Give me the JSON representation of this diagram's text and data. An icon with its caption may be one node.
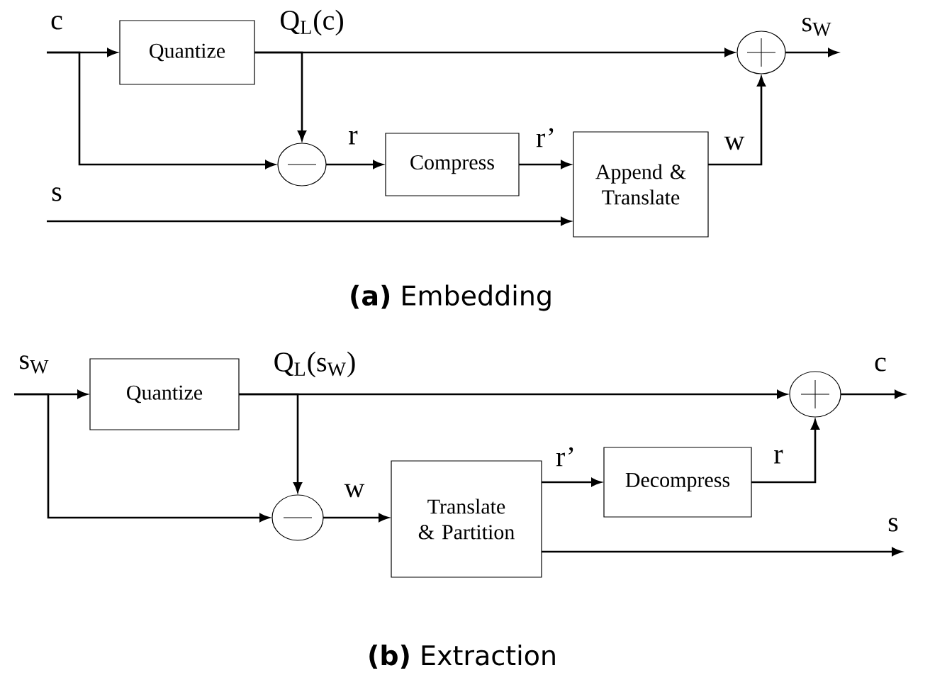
{
  "diagram": {
    "nodes": [
      {
        "text": [
          "Quantize"
        ]
      },
      {
        "text": [],
        "shape": "circle"
      },
      {
        "text": [
          "Compress"
        ]
      },
      {
        "text": [
          "Append & Translate"
        ]
      },
      {
        "text": [],
        "shape": "circle"
      },
      {
        "text": [
          "Quantize"
        ]
      },
      {
        "text": [],
        "shape": "circle"
      },
      {
        "text": [
          "Translate & Partition"
        ]
      },
      {
        "text": [
          "Decompress"
        ]
      },
      {
        "text": [],
        "shape": "circle"
      }
    ],
    "edges": [
      {
        "from": null,
        "to": 0,
        "arrow": "to",
        "label": "c"
      },
      {
        "from": null,
        "to": 1,
        "arrow": "to"
      },
      {
        "from": 0,
        "to": 4,
        "arrow": "to",
        "label": "Q$_{L}$(c)"
      },
      {
        "from": 0,
        "to": 1,
        "arrow": "to"
      },
      {
        "from": 1,
        "to": 2,
        "arrow": "to",
        "label": "r"
      },
      {
        "from": 2,
        "to": 3,
        "arrow": "to",
        "label": "r’"
      },
      {
        "from": null,
        "to": 3,
        "arrow": "to",
        "label": "s"
      },
      {
        "from": 3,
        "to": 4,
        "arrow": "to",
        "label": "w"
      },
      {
        "from": 4,
        "to": null,
        "arrow": "to",
        "label": "s$_{W}$"
      },
      {
        "from": null,
        "to": 5,
        "arrow": "to",
        "label": "s$_{W}$"
      },
      {
        "from": null,
        "to": 6,
        "arrow": "to"
      },
      {
        "from": 5,
        "to": 9,
        "arrow": "to",
        "label": "Q$_{L}$(s$_{W}$)"
      },
      {
        "from": 5,
        "to": 6,
        "arrow": "to"
      },
      {
        "from": 6,
        "to": 7,
        "arrow": "to",
        "label": "w"
      },
      {
        "from": 7,
        "to": 8,
        "arrow": "to",
        "label": "r’"
      },
      {
        "from": 8,
        "to": 9,
        "arrow": "to",
        "label": "r"
      },
      {
        "from": 9,
        "to": null,
        "arrow": "to",
        "label": "c"
      },
      {
        "from": 7,
        "to": null,
        "arrow": "to",
        "label": "s"
      }
    ],
    "labels": [
      "**(a)** Embedding",
      "**(b)** Extraction"
    ]
  }
}
